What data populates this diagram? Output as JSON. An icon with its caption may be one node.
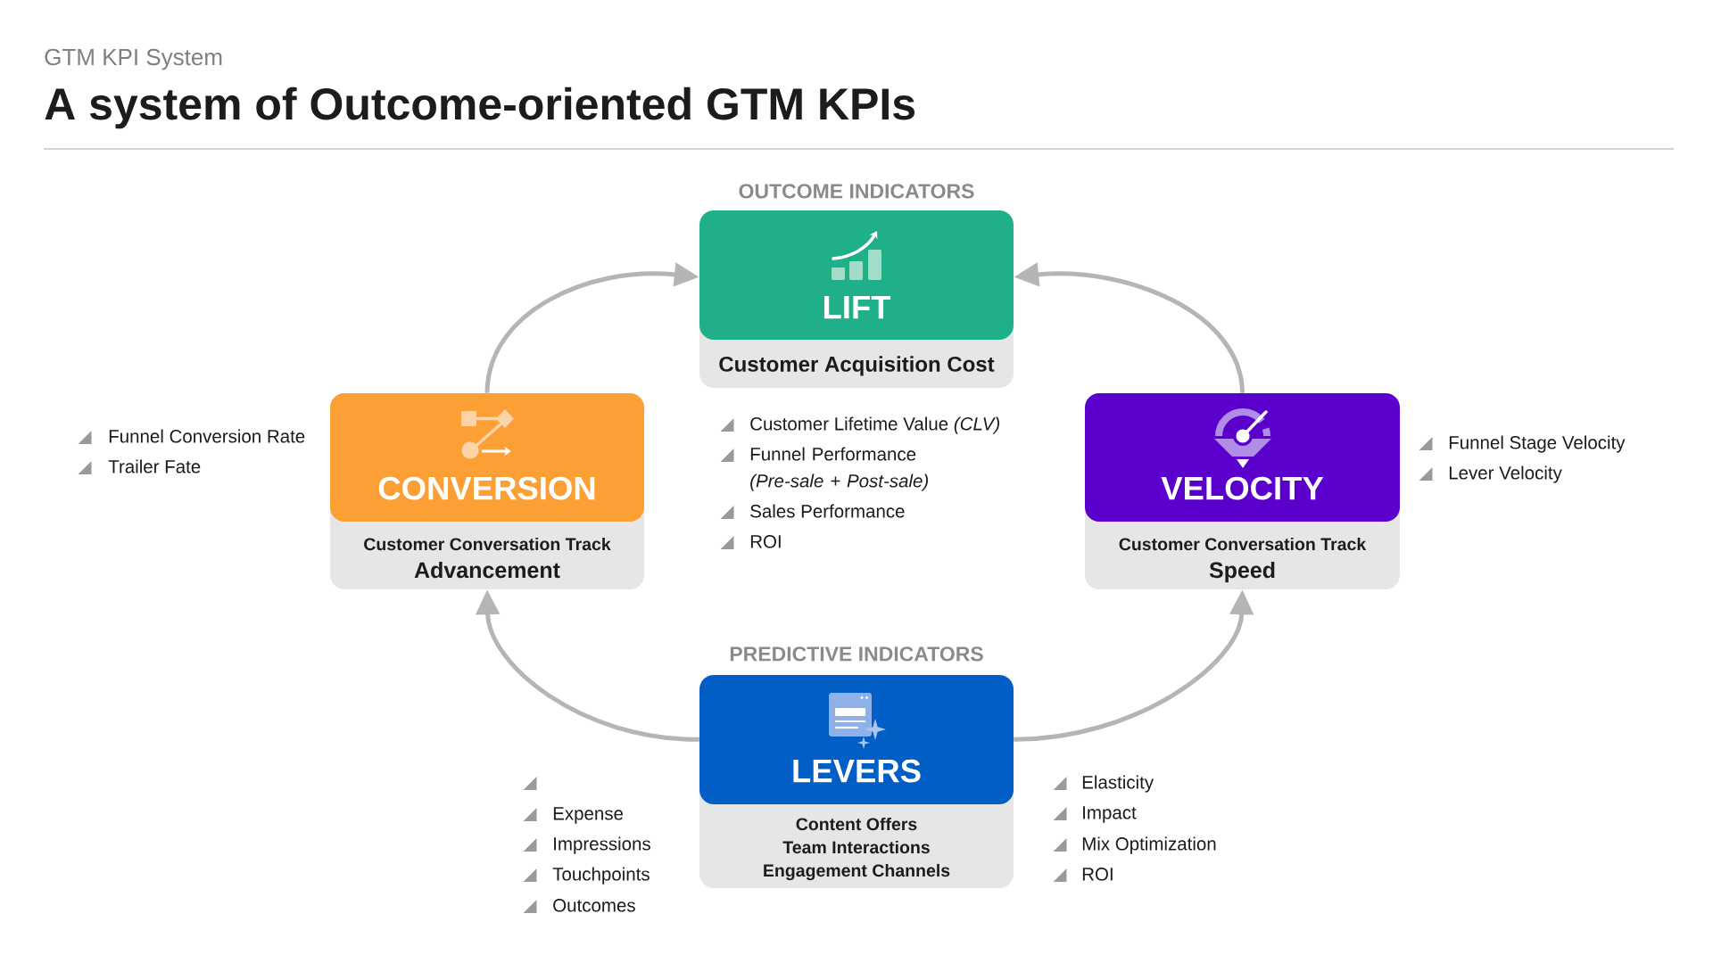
{
  "diagram": {
    "title": "A system of Outcome-oriented GTM KPIs",
    "nodes": [
      {
        "text": [
          "OUTCOME INDICATORS",
          "LIFT",
          "Customer Acquisition Cost"
        ],
        "beside": [
          "Customer Lifetime Value *(CLV)*",
          "Funnel Performance *(Pre-sale + Post-sale)*",
          "Sales Performance",
          "ROI"
        ]
      },
      {
        "text": [
          "CONVERSION",
          "Customer Conversation Track",
          "Advancement"
        ],
        "beside": [
          "Funnel Conversion Rate",
          "Trailer Fate"
        ]
      },
      {
        "text": [
          "VELOCITY",
          "Customer Conversation Track",
          "Speed"
        ],
        "beside": [
          "Funnel Stage Velocity",
          "Lever Velocity"
        ]
      },
      {
        "text": [
          "PREDICTIVE INDICATORS",
          "LEVERS",
          "Content Offers",
          "Team Interactions",
          "Engagement Channels"
        ],
        "beside": [
          "Expense",
          "Impressions",
          "Touchpoints",
          "Outcomes",
          "Elasticity",
          "Impact",
          "Mix Optimization",
          "ROI"
        ]
      }
    ],
    "edges": [
      {
        "from": 1,
        "to": 0,
        "arrow": "to"
      },
      {
        "from": 2,
        "to": 0,
        "arrow": "to"
      },
      {
        "from": 3,
        "to": 1,
        "arrow": "to"
      },
      {
        "from": 3,
        "to": 2,
        "arrow": "to"
      }
    ],
    "labels": [
      "GTM KPI System"
    ]
  }
}
